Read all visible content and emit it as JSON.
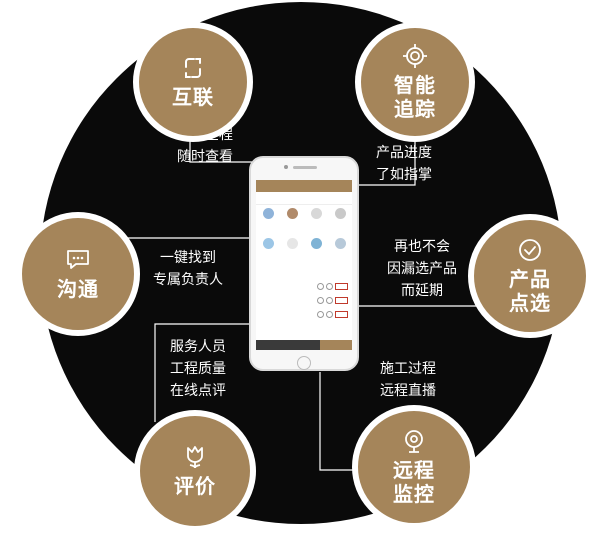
{
  "colors": {
    "background": "#ffffff",
    "circle": "#0a0a0a",
    "node": "#a5855a",
    "text": "#ffffff"
  },
  "nodes": [
    {
      "id": "interconnect",
      "label": "互联",
      "icon": "link-icon",
      "caption": "装修全程\n随时查看"
    },
    {
      "id": "tracking",
      "label": "智能\n追踪",
      "icon": "target-icon",
      "caption": "产品进度\n了如指掌"
    },
    {
      "id": "communication",
      "label": "沟通",
      "icon": "chat-icon",
      "caption": "一键找到\n专属负责人"
    },
    {
      "id": "selection",
      "label": "产品\n点选",
      "icon": "check-icon",
      "caption": "再也不会\n因漏选产品\n而延期"
    },
    {
      "id": "evaluation",
      "label": "评价",
      "icon": "tulip-icon",
      "caption": "服务人员\n工程质量\n在线点评"
    },
    {
      "id": "monitoring",
      "label": "远程\n监控",
      "icon": "camera-icon",
      "caption": "施工过程\n远程直播"
    }
  ]
}
